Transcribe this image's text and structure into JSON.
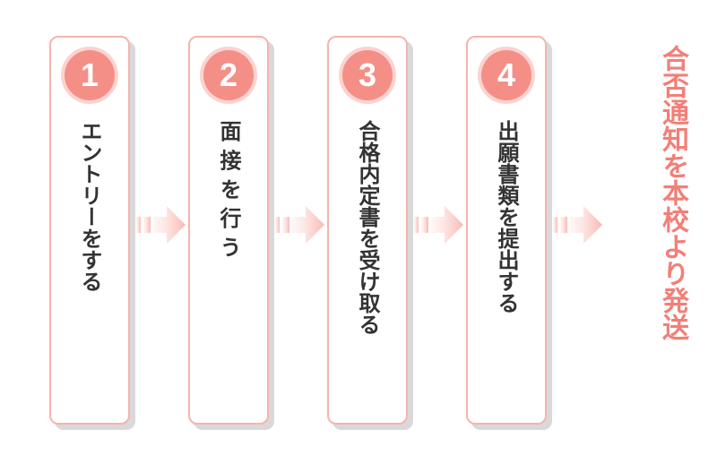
{
  "steps": [
    {
      "number": "1",
      "label": "エントリーをする"
    },
    {
      "number": "2",
      "label": "面 接 を 行 う"
    },
    {
      "number": "3",
      "label": "合格内定書を受け取る"
    },
    {
      "number": "4",
      "label": "出願書類を提出する"
    }
  ],
  "final_step": "合否通知を本校より発送",
  "colors": {
    "accent": "#f48f88",
    "accent_light": "#fbd3cf",
    "border": "#f7b3ad",
    "shadow": "#d9d9d9",
    "text": "#333333",
    "final_text": "#f27f78"
  }
}
